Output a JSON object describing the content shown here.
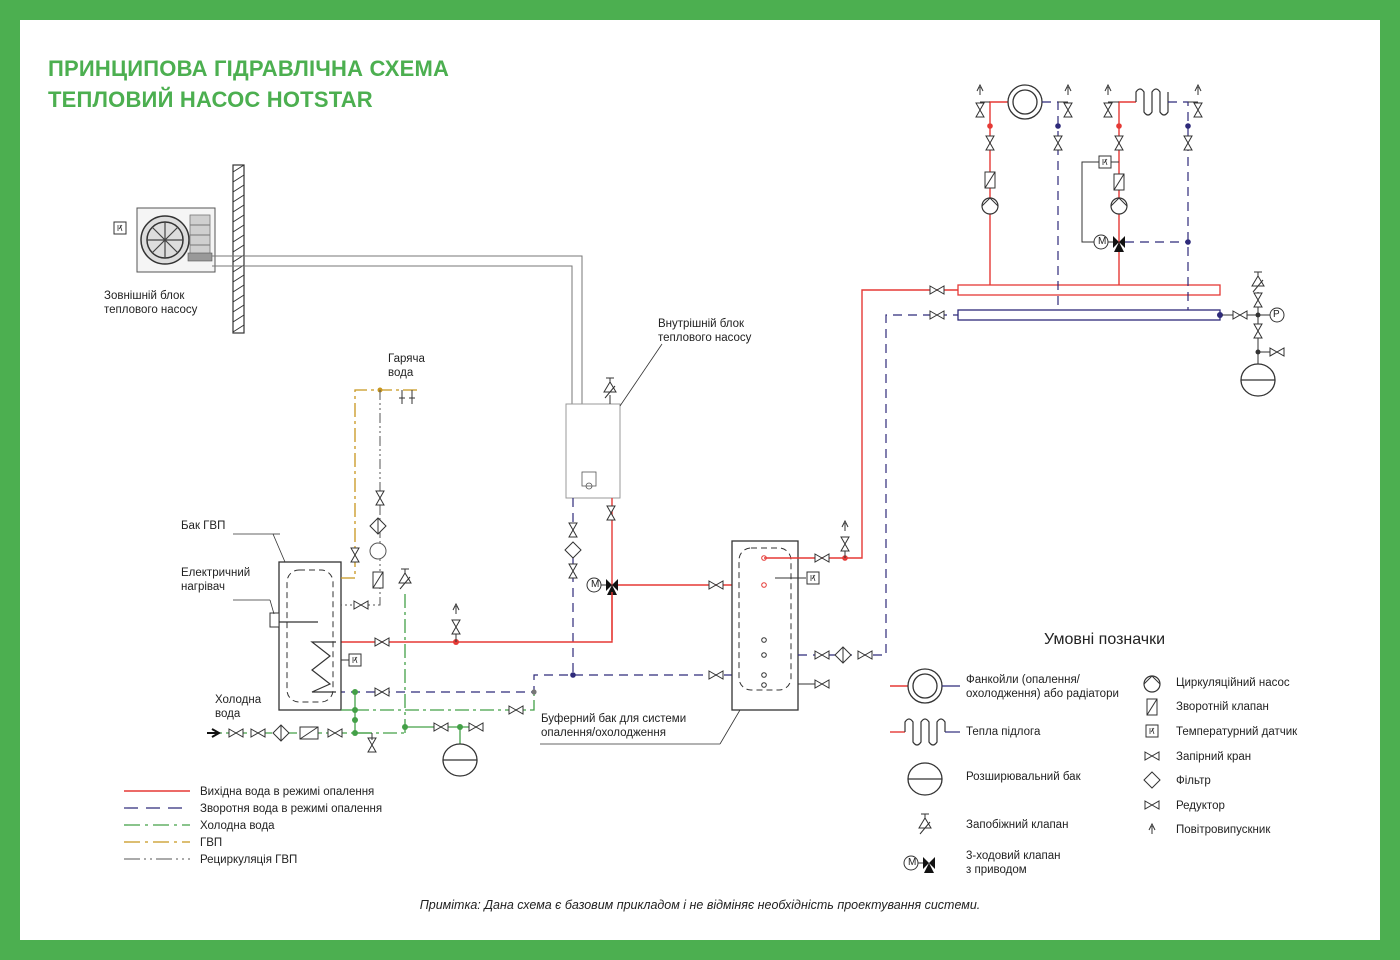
{
  "title": {
    "line1": "ПРИНЦИПОВА ГІДРАВЛІЧНА СХЕМА",
    "line2": "ТЕПЛОВИЙ НАСОС HOTSTAR"
  },
  "labels": {
    "outdoor_unit": [
      "Зовнішній блок",
      "теплового насосу"
    ],
    "indoor_unit": [
      "Внутрішній блок",
      "теплового насосу"
    ],
    "hot_water": [
      "Гаряча",
      "вода"
    ],
    "dhw_tank": "Бак ГВП",
    "electric_heater": [
      "Електричний",
      "нагрівач"
    ],
    "cold_water": [
      "Холодна",
      "вода"
    ],
    "buffer_tank": [
      "Буферний бак для системи",
      "опалення/охолодження"
    ],
    "motor": "M",
    "pressure": "P"
  },
  "line_legend": [
    {
      "label": "Вихідна вода в режимі опалення",
      "color": "#e53935",
      "style": "solid"
    },
    {
      "label": "Зворотня вода в режимі опалення",
      "color": "#2e2a7a",
      "style": "dash"
    },
    {
      "label": "Холодна вода",
      "color": "#43a047",
      "style": "dashdot"
    },
    {
      "label": "ГВП",
      "color": "#c8961e",
      "style": "dashdot"
    },
    {
      "label": "Рециркуляція ГВП",
      "color": "#555555",
      "style": "dashdotdot"
    }
  ],
  "symbols_legend": {
    "title": "Умовні позначки",
    "left": [
      {
        "label": [
          "Фанкойли (опалення/",
          "охолодження) або радіатори"
        ],
        "icon": "fancoil-icon"
      },
      {
        "label": [
          "Тепла підлога"
        ],
        "icon": "floor-heating-icon"
      },
      {
        "label": [
          "Розширювальний бак"
        ],
        "icon": "expansion-tank-icon"
      },
      {
        "label": [
          "Запобіжний клапан"
        ],
        "icon": "safety-valve-icon"
      },
      {
        "label": [
          "3-ходовий клапан",
          "з приводом"
        ],
        "icon": "three-way-valve-icon"
      }
    ],
    "right": [
      {
        "label": "Циркуляційний насос",
        "icon": "pump-icon"
      },
      {
        "label": "Зворотній клапан",
        "icon": "check-valve-icon"
      },
      {
        "label": "Температурний датчик",
        "icon": "temp-sensor-icon"
      },
      {
        "label": "Запірний кран",
        "icon": "shutoff-valve-icon"
      },
      {
        "label": "Фільтр",
        "icon": "filter-icon"
      },
      {
        "label": "Редуктор",
        "icon": "reducer-icon"
      },
      {
        "label": "Повітровипускник",
        "icon": "air-vent-icon"
      }
    ]
  },
  "note": "Примітка: Дана схема є базовим прикладом і не відміняє необхідність проектування системи.",
  "colors": {
    "frame": "#4caf50",
    "supply": "#e53935",
    "return": "#2e2a7a",
    "cold": "#43a047",
    "dhw": "#c8961e",
    "recirc": "#555555"
  }
}
